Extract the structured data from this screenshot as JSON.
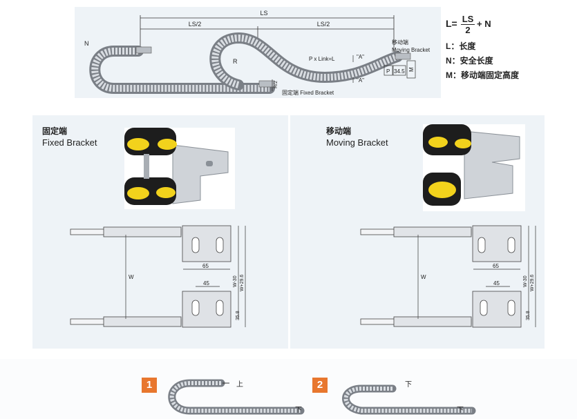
{
  "top": {
    "dim_ls": "LS",
    "dim_ls_half_left": "LS/2",
    "dim_ls_half_right": "LS/2",
    "label_n": "N",
    "label_r": "R",
    "label_pxlink": "P x Link=L",
    "label_a_top": "\"A\"",
    "label_a_bottom": "\"A\"",
    "label_p": "P",
    "label_345": "34.5",
    "label_m": "M",
    "label_r2": "R/2",
    "moving_cn": "移动端",
    "moving_en": "Moving Bracket",
    "fixed_bottom": "固定端 Fixed Bracket"
  },
  "legend": {
    "formula_left": "L=",
    "formula_num": "LS",
    "formula_den": "2",
    "formula_right": "+ N",
    "l_line": "L：长度",
    "n_line": "N：安全长度",
    "m_line": "M：移动端固定高度"
  },
  "fixed": {
    "title_cn": "固定端",
    "title_en": "Fixed Bracket",
    "dim_w": "W",
    "dim_65": "65",
    "dim_45": "45",
    "dim_w30": "W-30",
    "dim_w296": "W+29.6",
    "dim_358": "35.8"
  },
  "moving": {
    "title_cn": "移动端",
    "title_en": "Moving Bracket",
    "dim_w": "W",
    "dim_65": "65",
    "dim_45": "45",
    "dim_w30": "W-30",
    "dim_w296": "W+29.6",
    "dim_358": "35.8"
  },
  "install": {
    "badge1": "1",
    "badge2": "2",
    "up1": "上",
    "down1": "下",
    "down2a": "下",
    "down2b": "下"
  },
  "colors": {
    "accent": "#e8772e",
    "panel": "#eef3f7",
    "yellow": "#f2d21c",
    "metal": "#c9cdd2"
  }
}
